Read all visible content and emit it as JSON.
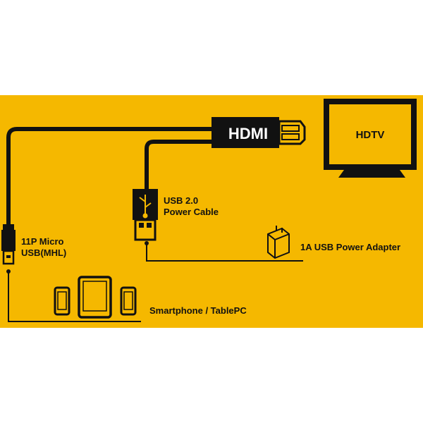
{
  "colors": {
    "background": "#F5B800",
    "cable": "#111111",
    "page": "#FFFFFF"
  },
  "hdmi_connector": {
    "label": "HDMI"
  },
  "hdtv": {
    "label": "HDTV"
  },
  "usb_power_cable": {
    "label_line1": "USB 2.0",
    "label_line2": "Power Cable"
  },
  "micro_usb": {
    "label_line1": "11P Micro",
    "label_line2": "USB(MHL)"
  },
  "power_adapter": {
    "label": "1A USB Power Adapter"
  },
  "devices": {
    "label": "Smartphone / TablePC"
  },
  "icons": [
    "usb-symbol-icon",
    "power-plug-icon",
    "smartphone-icon",
    "tablet-icon",
    "tv-icon"
  ]
}
